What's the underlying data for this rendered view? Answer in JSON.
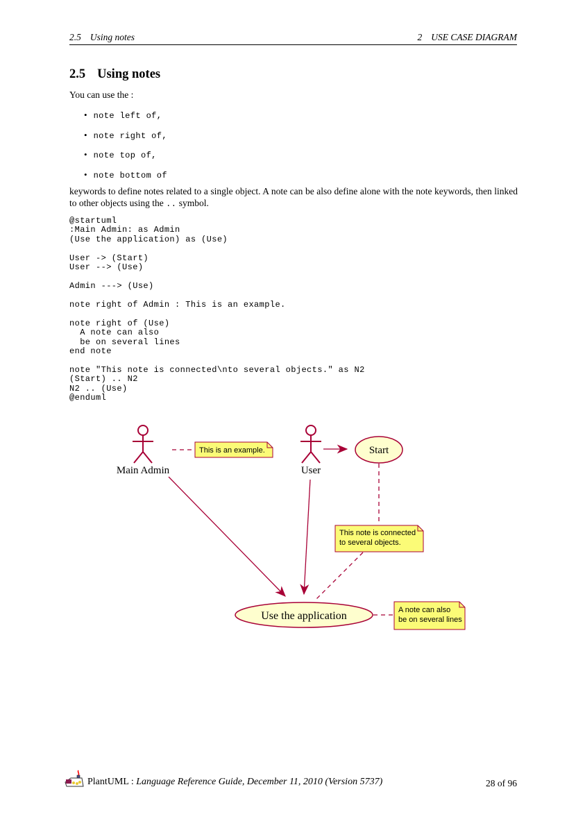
{
  "header": {
    "section_number": "2.5",
    "section_title": "Using notes",
    "chapter_number": "2",
    "chapter_title": "USE CASE DIAGRAM"
  },
  "heading": {
    "number": "2.5",
    "title": "Using notes"
  },
  "intro": "You can use the :",
  "bullet_glyph": "•",
  "bullets": [
    "note left of,",
    "note right of,",
    "note top of,",
    "note bottom of"
  ],
  "paragraph": {
    "text1": "keywords to define notes related to a single object. A note can be also define alone with the note keywords, then linked to other objects using the ",
    "code": "..",
    "text2": " symbol."
  },
  "code": {
    "lines": [
      "@startuml",
      ":Main Admin: as Admin",
      "(Use the application) as (Use)",
      "",
      "User -> (Start)",
      "User --> (Use)",
      "",
      "Admin ---> (Use)",
      "",
      "note right of Admin : This is an example.",
      "",
      "note right of (Use)",
      "  A note can also",
      "  be on several lines",
      "end note",
      "",
      "note \"This note is connected\\nto several objects.\" as N2",
      "(Start) .. N2",
      "N2 .. (Use)",
      "@enduml"
    ]
  },
  "diagram": {
    "actors": [
      {
        "label": "Main Admin"
      },
      {
        "label": "User"
      }
    ],
    "usecases": [
      {
        "label": "Start"
      },
      {
        "label": "Use the application"
      }
    ],
    "notes": [
      {
        "lines": [
          "This is an example."
        ]
      },
      {
        "lines": [
          "This note is connected",
          "to several objects."
        ]
      },
      {
        "lines": [
          "A note can also",
          "be on several lines"
        ]
      }
    ],
    "colors": {
      "line": "#A80036",
      "shape_fill": "#FEFECE",
      "note_fill": "#FBFB77",
      "note_border": "#A80036"
    }
  },
  "footer": {
    "brand": "PlantUML",
    "separator": " : ",
    "reference": "Language Reference Guide, December 11, 2010 (Version 5737)",
    "page": "28 of 96"
  }
}
